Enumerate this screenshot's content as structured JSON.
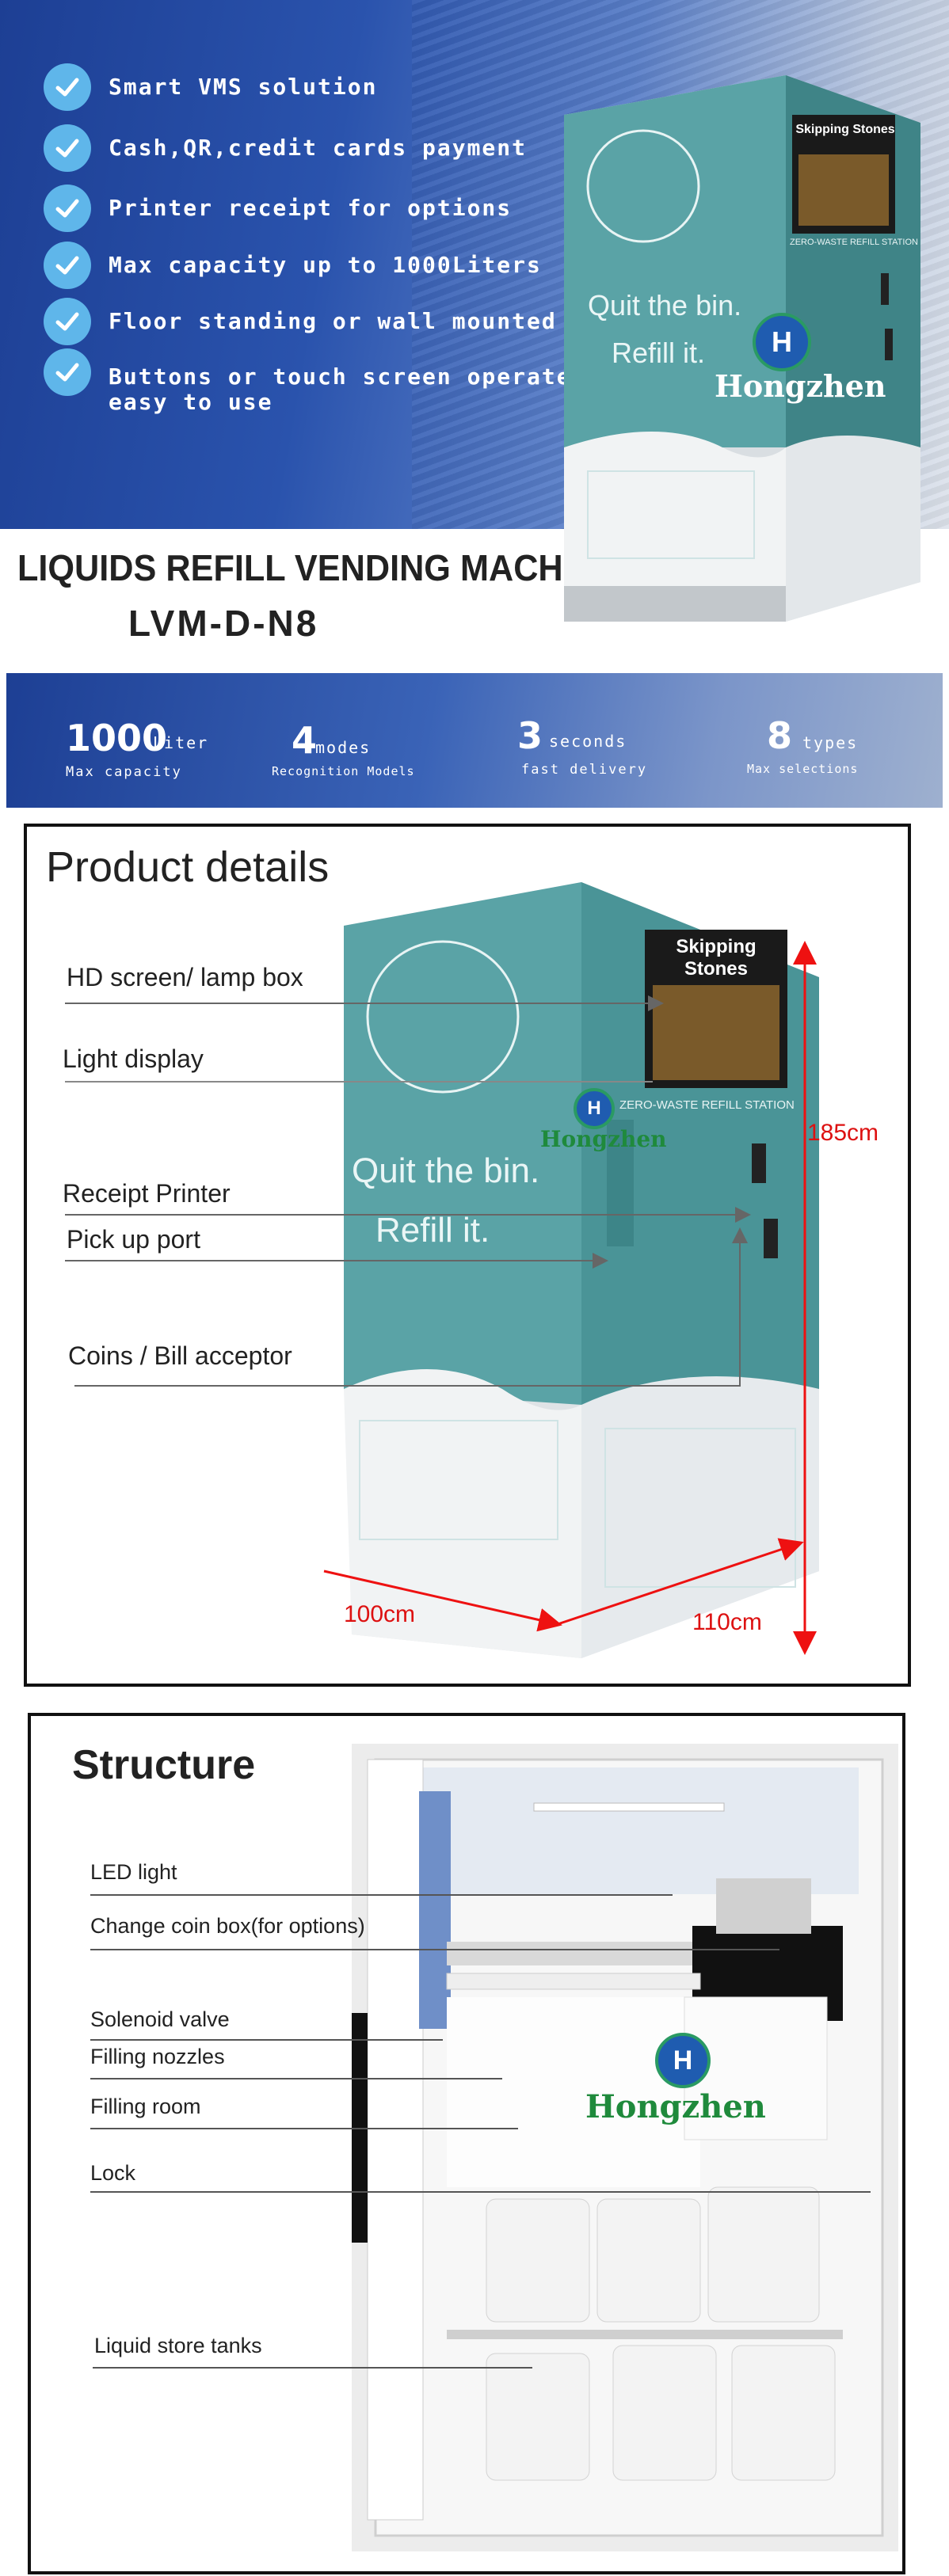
{
  "hero": {
    "features": [
      "Smart VMS solution",
      "Cash,QR,credit cards payment",
      "Printer receipt for options",
      "Max capacity up to 1000Liters",
      "Floor standing or wall mounted design",
      "Buttons or touch screen operated\neasy to use"
    ],
    "title": "LIQUIDS REFILL VENDING MACHINE",
    "model": "LVM-D-N8",
    "machine": {
      "screen_text": "Skipping Stones",
      "station_text": "ZERO-WASTE REFILL STATION",
      "slogan_line1": "Quit the bin.",
      "slogan_line2": "Refill it.",
      "brand_circle_letter": "H",
      "brand_name": "Hongzhen"
    }
  },
  "stats": [
    {
      "number": "1000",
      "unit": "Liter",
      "label": "Max capacity"
    },
    {
      "number": "4",
      "unit": "modes",
      "label": "Recognition Models"
    },
    {
      "number": "3",
      "unit": "seconds",
      "label": "fast delivery"
    },
    {
      "number": "8",
      "unit": "types",
      "label": "Max selections"
    }
  ],
  "product_details": {
    "title": "Product details",
    "callouts": [
      "HD screen/ lamp box",
      "Light display",
      "Receipt Printer",
      "Pick up port",
      "Coins / Bill acceptor"
    ],
    "dimensions": {
      "height": "185cm",
      "width": "100cm",
      "depth": "110cm"
    },
    "machine": {
      "screen_text": "Skipping Stones",
      "station_text": "ZERO-WASTE REFILL STATION",
      "slogan_line1": "Quit the bin.",
      "slogan_line2": "Refill it.",
      "brand_circle_letter": "H",
      "brand_name": "Hongzhen"
    }
  },
  "structure": {
    "title": "Structure",
    "labels": [
      "LED light",
      "Change coin box(for options)",
      "Solenoid valve",
      "Filling nozzles",
      "Filling room",
      "Lock",
      "Liquid store tanks"
    ],
    "brand_circle_letter": "H",
    "brand_name": "Hongzhen"
  },
  "colors": {
    "hero_blue": "#1d3f94",
    "check_blue": "#5fb6ea",
    "machine_teal": "#5aa3a6",
    "dimension_red": "#d11111",
    "brand_green": "#1f8a3c"
  }
}
